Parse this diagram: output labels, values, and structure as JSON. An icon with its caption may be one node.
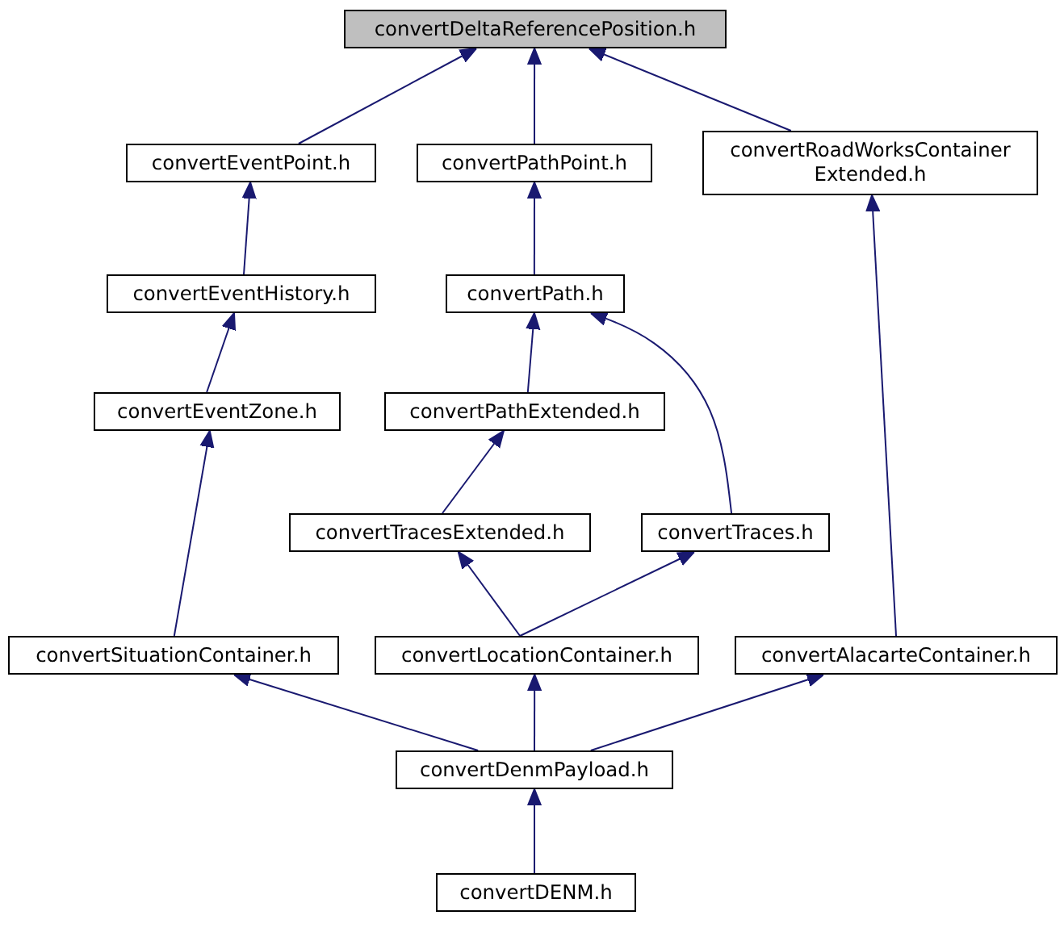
{
  "diagram": {
    "nodes": [
      {
        "text": [
          "convertDeltaReferencePosition.h"
        ]
      },
      {
        "text": [
          "convertEventPoint.h"
        ]
      },
      {
        "text": [
          "convertPathPoint.h"
        ]
      },
      {
        "text": [
          "convertRoadWorksContainer Extended.h"
        ]
      },
      {
        "text": [
          "convertEventHistory.h"
        ]
      },
      {
        "text": [
          "convertPath.h"
        ]
      },
      {
        "text": [
          "convertEventZone.h"
        ]
      },
      {
        "text": [
          "convertPathExtended.h"
        ]
      },
      {
        "text": [
          "convertTracesExtended.h"
        ]
      },
      {
        "text": [
          "convertTraces.h"
        ]
      },
      {
        "text": [
          "convertSituationContainer.h"
        ]
      },
      {
        "text": [
          "convertLocationContainer.h"
        ]
      },
      {
        "text": [
          "convertAlacarteContainer.h"
        ]
      },
      {
        "text": [
          "convertDenmPayload.h"
        ]
      },
      {
        "text": [
          "convertDENM.h"
        ]
      }
    ],
    "edges": [
      {
        "from": 1,
        "to": 0,
        "arrow": "to"
      },
      {
        "from": 2,
        "to": 0,
        "arrow": "to"
      },
      {
        "from": 3,
        "to": 0,
        "arrow": "to"
      },
      {
        "from": 4,
        "to": 1,
        "arrow": "to"
      },
      {
        "from": 5,
        "to": 2,
        "arrow": "to"
      },
      {
        "from": 6,
        "to": 4,
        "arrow": "to"
      },
      {
        "from": 7,
        "to": 5,
        "arrow": "to"
      },
      {
        "from": 9,
        "to": 5,
        "arrow": "to"
      },
      {
        "from": 8,
        "to": 7,
        "arrow": "to"
      },
      {
        "from": 10,
        "to": 6,
        "arrow": "to"
      },
      {
        "from": 11,
        "to": 8,
        "arrow": "to"
      },
      {
        "from": 11,
        "to": 9,
        "arrow": "to"
      },
      {
        "from": 12,
        "to": 3,
        "arrow": "to"
      },
      {
        "from": 13,
        "to": 10,
        "arrow": "to"
      },
      {
        "from": 13,
        "to": 11,
        "arrow": "to"
      },
      {
        "from": 13,
        "to": 12,
        "arrow": "to"
      },
      {
        "from": 14,
        "to": 13,
        "arrow": "to"
      }
    ]
  }
}
